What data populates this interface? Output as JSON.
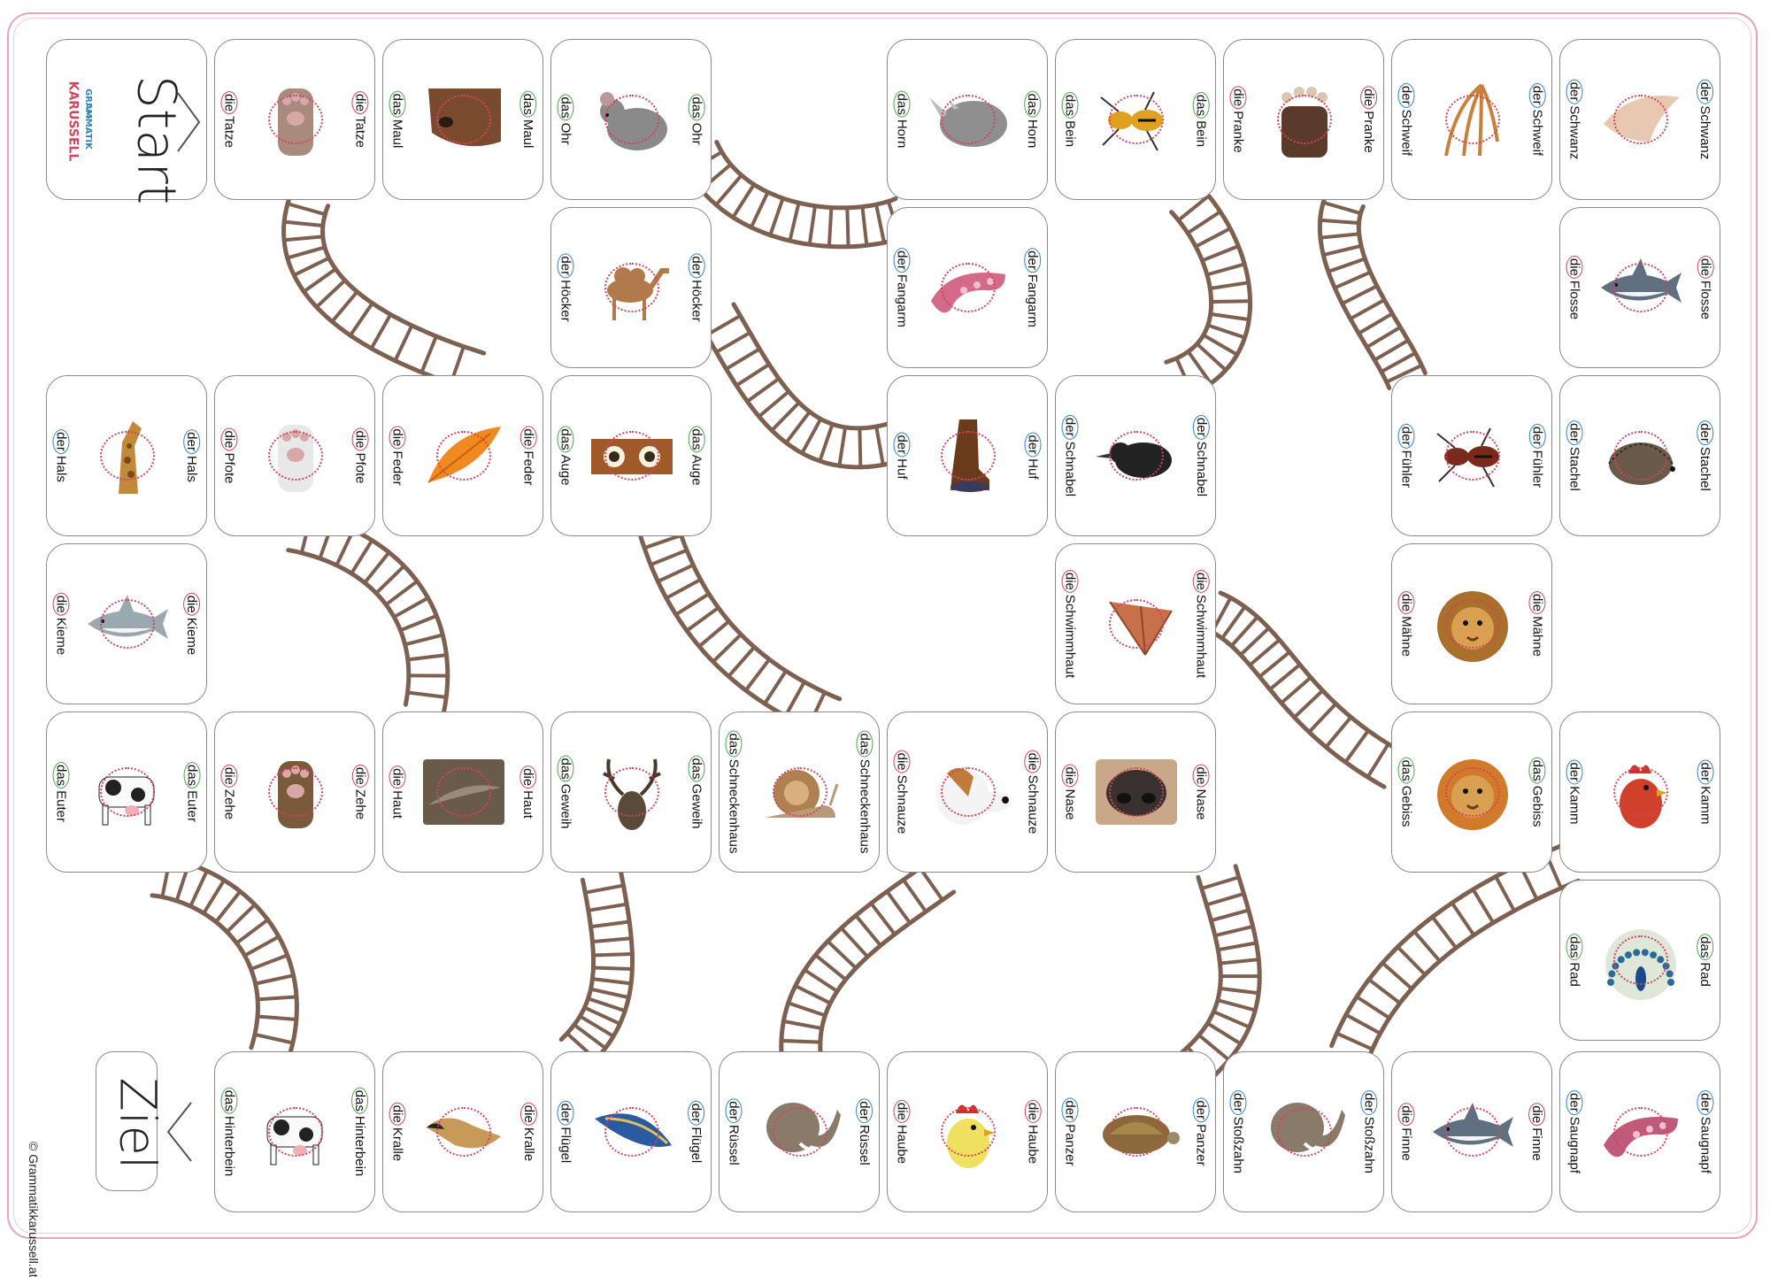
{
  "start": {
    "title": "Start",
    "logo": {
      "line1": "DAS",
      "line2": "GRAMMATIK",
      "line3": "KARUSSELL"
    }
  },
  "goal": {
    "title": "Ziel"
  },
  "copyright": "© Grammatikkarussell.at",
  "colors": {
    "der": "#2e86c9",
    "die": "#d0455c",
    "das": "#4aa84a",
    "ladder": "#8a6a55",
    "frame": "#e8a3b4"
  },
  "tiles": [
    {
      "word": "Tatze",
      "article": "die",
      "icon": "paw-icon",
      "color": "#a98a7c"
    },
    {
      "word": "Maul",
      "article": "das",
      "icon": "horse-muzzle-icon",
      "color": "#7a4a2e"
    },
    {
      "word": "Ohr",
      "article": "das",
      "icon": "rat-icon",
      "color": "#8a8a8a"
    },
    {
      "word": "Horn",
      "article": "das",
      "icon": "rhino-icon",
      "color": "#8f8f8f"
    },
    {
      "word": "Bein",
      "article": "das",
      "icon": "wasp-icon",
      "color": "#e0a020"
    },
    {
      "word": "Pranke",
      "article": "die",
      "icon": "bear-paw-icon",
      "color": "#5a3a2a"
    },
    {
      "word": "Schweif",
      "article": "der",
      "icon": "horse-tail-icon",
      "color": "#c9803a"
    },
    {
      "word": "Schwanz",
      "article": "der",
      "icon": "fur-tail-icon",
      "color": "#e8c8b0"
    },
    {
      "word": "Höcker",
      "article": "der",
      "icon": "camel-icon",
      "color": "#b07a4a"
    },
    {
      "word": "Fangarm",
      "article": "der",
      "icon": "tentacle-icon",
      "color": "#d46a8a"
    },
    {
      "word": "Flosse",
      "article": "die",
      "icon": "shark-icon",
      "color": "#607080"
    },
    {
      "word": "Hals",
      "article": "der",
      "icon": "giraffe-icon",
      "color": "#c08a3a"
    },
    {
      "word": "Pfote",
      "article": "die",
      "icon": "dog-paw-icon",
      "color": "#e8e8e8"
    },
    {
      "word": "Feder",
      "article": "die",
      "icon": "feather-icon",
      "color": "#f08a20"
    },
    {
      "word": "Auge",
      "article": "das",
      "icon": "eyes-icon",
      "color": "#a05a2a"
    },
    {
      "word": "Huf",
      "article": "der",
      "icon": "hoof-icon",
      "color": "#6a3a1a"
    },
    {
      "word": "Schnabel",
      "article": "der",
      "icon": "crow-icon",
      "color": "#222222"
    },
    {
      "word": "Fühler",
      "article": "der",
      "icon": "ant-icon",
      "color": "#7a2a1a"
    },
    {
      "word": "Stachel",
      "article": "der",
      "icon": "hedgehog-icon",
      "color": "#6a5a4a"
    },
    {
      "word": "Kieme",
      "article": "die",
      "icon": "fish-gill-icon",
      "color": "#9aa8b0"
    },
    {
      "word": "Schwimmhaut",
      "article": "die",
      "icon": "duck-foot-icon",
      "color": "#c8704a"
    },
    {
      "word": "Mähne",
      "article": "die",
      "icon": "lion-icon",
      "color": "#a8702a"
    },
    {
      "word": "Euter",
      "article": "das",
      "icon": "udder-icon",
      "color": "#f0d0d0"
    },
    {
      "word": "Zehe",
      "article": "die",
      "icon": "pig-toe-icon",
      "color": "#7a5a3a"
    },
    {
      "word": "Haut",
      "article": "die",
      "icon": "lizard-icon",
      "color": "#9a8a7a"
    },
    {
      "word": "Geweih",
      "article": "das",
      "icon": "deer-icon",
      "color": "#5a4a3a"
    },
    {
      "word": "Schneckenhaus",
      "article": "das",
      "icon": "snail-icon",
      "color": "#b08050"
    },
    {
      "word": "Schnauze",
      "article": "die",
      "icon": "dog-head-icon",
      "color": "#c07a3a"
    },
    {
      "word": "Nase",
      "article": "die",
      "icon": "dog-nose-icon",
      "color": "#3a3030"
    },
    {
      "word": "Gebiss",
      "article": "das",
      "icon": "tiger-icon",
      "color": "#d07a2a"
    },
    {
      "word": "Kamm",
      "article": "der",
      "icon": "rooster-icon",
      "color": "#d0402a"
    },
    {
      "word": "Rad",
      "article": "das",
      "icon": "peacock-icon",
      "color": "#6a8a6a"
    },
    {
      "word": "Hinterbein",
      "article": "das",
      "icon": "cow-icon",
      "color": "#222222"
    },
    {
      "word": "Kralle",
      "article": "die",
      "icon": "claw-icon",
      "color": "#c89a5a"
    },
    {
      "word": "Flügel",
      "article": "der",
      "icon": "wing-icon",
      "color": "#2a5aa0"
    },
    {
      "word": "Rüssel",
      "article": "der",
      "icon": "elephant-icon",
      "color": "#8a7a6a"
    },
    {
      "word": "Haube",
      "article": "die",
      "icon": "cockatoo-icon",
      "color": "#f0e060"
    },
    {
      "word": "Panzer",
      "article": "der",
      "icon": "turtle-icon",
      "color": "#8a6a3a"
    },
    {
      "word": "Stoßzahn",
      "article": "der",
      "icon": "tusk-elephant-icon",
      "color": "#8a7a6a"
    },
    {
      "word": "Finne",
      "article": "die",
      "icon": "shark-fin-icon",
      "color": "#607080"
    },
    {
      "word": "Saugnapf",
      "article": "der",
      "icon": "suction-cup-icon",
      "color": "#c05a7a"
    }
  ]
}
